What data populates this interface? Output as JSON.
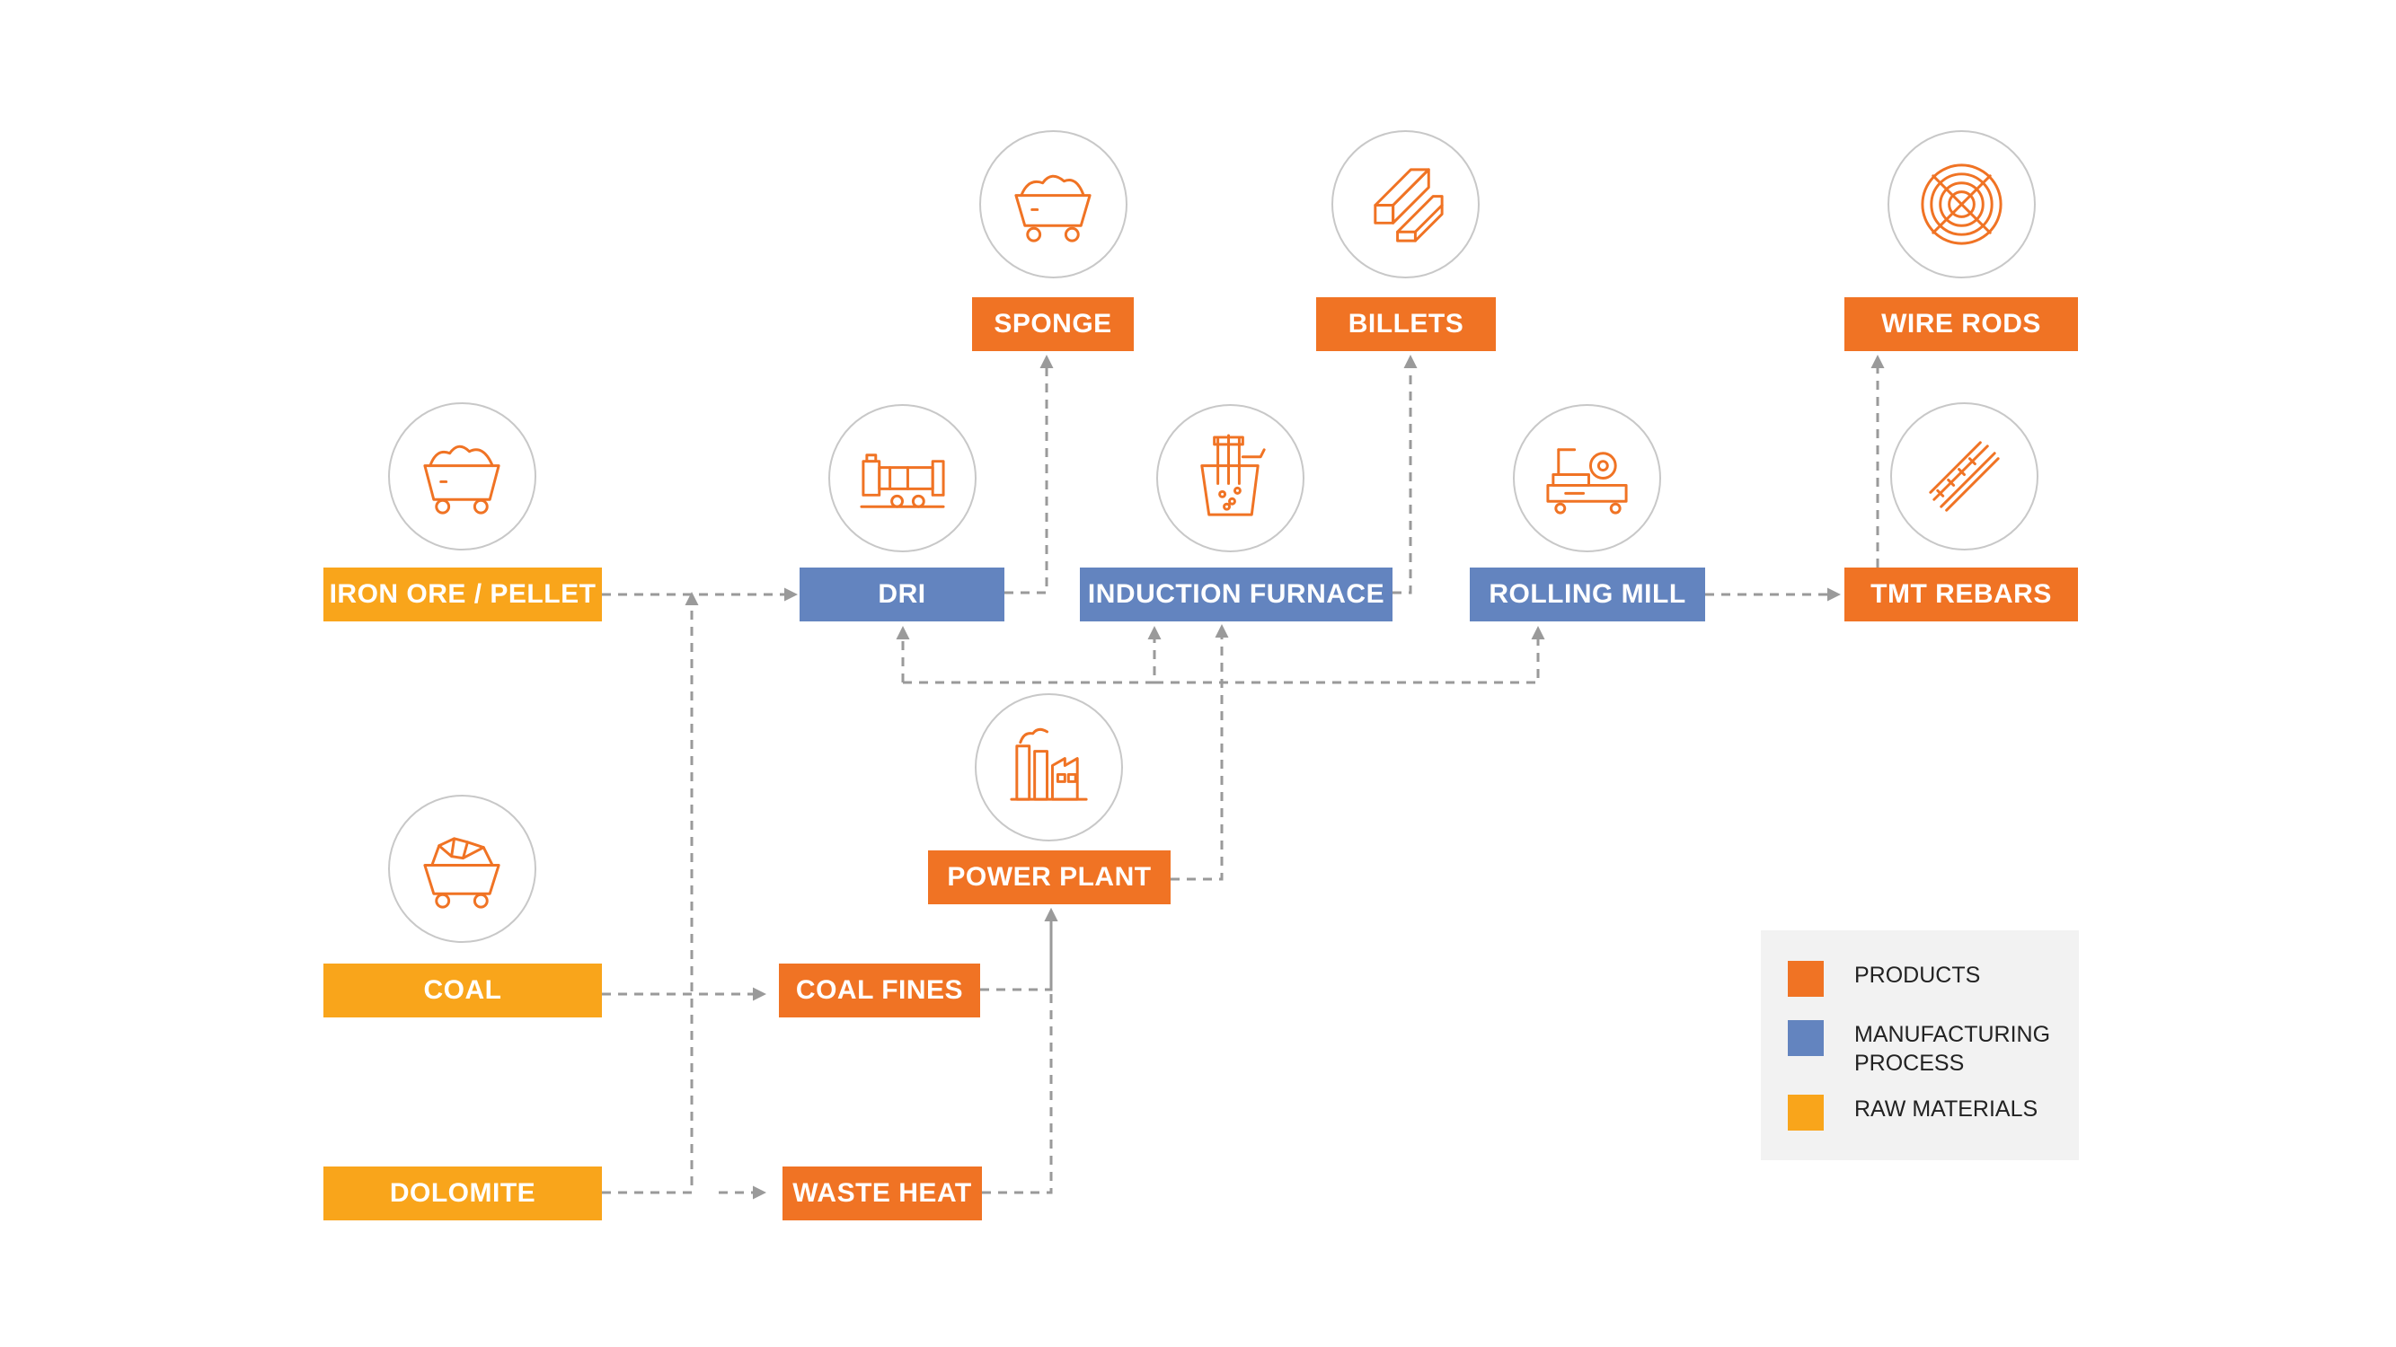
{
  "colors": {
    "product": "#f07324",
    "process": "#6384bf",
    "raw": "#f9a51b",
    "connector": "#9a9a9a",
    "icon_stroke": "#f07324",
    "circle_border": "#c8c8c8",
    "legend_bg": "#f2f2f2"
  },
  "nodes": [
    {
      "id": "iron_ore",
      "label": "IRON ORE / PELLET",
      "kind": "raw"
    },
    {
      "id": "coal",
      "label": "COAL",
      "kind": "raw"
    },
    {
      "id": "dolomite",
      "label": "DOLOMITE",
      "kind": "raw"
    },
    {
      "id": "dri",
      "label": "DRI",
      "kind": "process"
    },
    {
      "id": "induction_furnace",
      "label": "INDUCTION FURNACE",
      "kind": "process"
    },
    {
      "id": "rolling_mill",
      "label": "ROLLING MILL",
      "kind": "process"
    },
    {
      "id": "sponge",
      "label": "SPONGE",
      "kind": "product"
    },
    {
      "id": "billets",
      "label": "BILLETS",
      "kind": "product"
    },
    {
      "id": "wire_rods",
      "label": "WIRE RODS",
      "kind": "product"
    },
    {
      "id": "tmt_rebars",
      "label": "TMT REBARS",
      "kind": "product"
    },
    {
      "id": "power_plant",
      "label": "POWER PLANT",
      "kind": "product"
    },
    {
      "id": "coal_fines",
      "label": "COAL FINES",
      "kind": "product"
    },
    {
      "id": "waste_heat",
      "label": "WASTE HEAT",
      "kind": "product"
    }
  ],
  "icons": [
    {
      "for": "iron_ore",
      "name": "ore-cart-icon"
    },
    {
      "for": "coal",
      "name": "coal-cart-icon"
    },
    {
      "for": "dri",
      "name": "rotary-kiln-icon"
    },
    {
      "for": "sponge",
      "name": "sponge-cart-icon"
    },
    {
      "for": "induction_furnace",
      "name": "furnace-icon"
    },
    {
      "for": "billets",
      "name": "billets-icon"
    },
    {
      "for": "rolling_mill",
      "name": "rolling-mill-icon"
    },
    {
      "for": "wire_rods",
      "name": "wire-coil-icon"
    },
    {
      "for": "tmt_rebars",
      "name": "rebars-icon"
    },
    {
      "for": "power_plant",
      "name": "factory-icon"
    }
  ],
  "edges": [
    {
      "from": "iron_ore",
      "to": "dri"
    },
    {
      "from": "coal",
      "to": "coal_fines"
    },
    {
      "from": "dolomite",
      "to": "waste_heat"
    },
    {
      "from": "dri",
      "to": "sponge"
    },
    {
      "from": "induction_furnace",
      "to": "billets"
    },
    {
      "from": "rolling_mill",
      "to": "tmt_rebars"
    },
    {
      "from": "tmt_rebars",
      "to": "wire_rods"
    },
    {
      "from": "coal_fines",
      "to": "power_plant"
    },
    {
      "from": "waste_heat",
      "to": "power_plant"
    },
    {
      "from": "power_plant",
      "to": "induction_furnace"
    },
    {
      "from": "power_plant",
      "to": "dri"
    },
    {
      "from": "power_plant",
      "to": "rolling_mill"
    },
    {
      "from": "dolomite",
      "to": "dri"
    },
    {
      "from": "iron_ore",
      "to": "waste_heat"
    }
  ],
  "legend": [
    {
      "kind": "product",
      "label": "PRODUCTS"
    },
    {
      "kind": "process",
      "label": "MANUFACTURING\nPROCESS"
    },
    {
      "kind": "raw",
      "label": "RAW MATERIALS"
    }
  ]
}
